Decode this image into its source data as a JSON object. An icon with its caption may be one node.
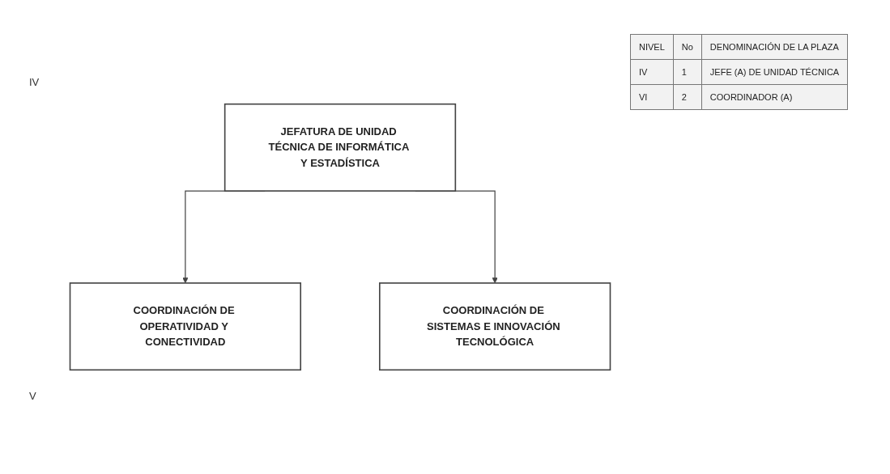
{
  "diagram": {
    "nodes": [
      {
        "text": [
          "JEFATURA DE UNIDAD TÉCNICA DE INFORMÁTICA Y ESTADÍSTICA"
        ]
      },
      {
        "text": [
          "COORDINACIÓN DE OPERATIVIDAD Y CONECTIVIDAD"
        ]
      },
      {
        "text": [
          "COORDINACIÓN DE SISTEMAS E INNOVACIÓN TECNOLÓGICA"
        ]
      }
    ],
    "edges": [
      {
        "from": 0,
        "to": 1,
        "arrow": "to"
      },
      {
        "from": 0,
        "to": 2,
        "arrow": "to"
      }
    ],
    "labels": [
      "IV",
      "NIVEL",
      "No",
      "DENOMINACIÓN DE LA PLAZA",
      "IV",
      "1",
      "JEFE (A) DE UNIDAD TÉCNICA",
      "VI",
      "2",
      "COORDINADOR (A)",
      "V"
    ]
  }
}
